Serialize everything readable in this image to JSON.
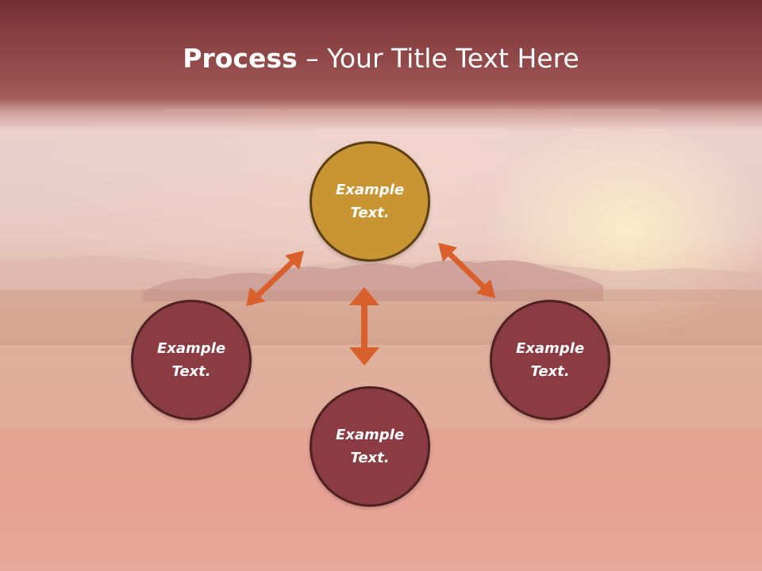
{
  "title": {
    "bold": "Process",
    "rest": " – Your Title Text Here"
  },
  "diagram": {
    "nodes": [
      {
        "id": "top",
        "label_line1": "Example",
        "label_line2": "Text."
      },
      {
        "id": "left",
        "label_line1": "Example",
        "label_line2": "Text."
      },
      {
        "id": "bottom",
        "label_line1": "Example",
        "label_line2": "Text."
      },
      {
        "id": "right",
        "label_line1": "Example",
        "label_line2": "Text."
      }
    ],
    "connectors": [
      {
        "from": "top",
        "to": "left",
        "type": "double-arrow"
      },
      {
        "from": "top",
        "to": "right",
        "type": "double-arrow"
      },
      {
        "from": "top",
        "to": "bottom",
        "type": "double-arrow"
      }
    ]
  },
  "colors": {
    "header": "#863e41",
    "center_node": "#c99532",
    "outer_node": "#8a3c42",
    "arrow": "#d9602c"
  }
}
